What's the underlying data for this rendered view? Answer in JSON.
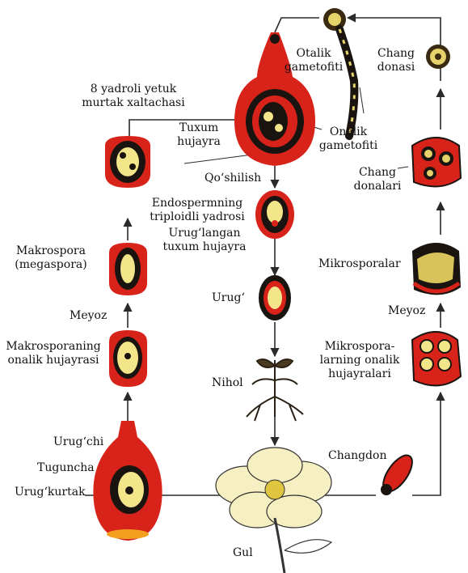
{
  "colors": {
    "red": "#d8231a",
    "dark": "#1a1410",
    "yellow": "#f3e58a",
    "line": "#2a2a2a"
  },
  "labels": {
    "embryo_sac": "8 yadroli yetuk\nmurtak xaltachasi",
    "egg_cell": "Tuxum\nhujayra",
    "male_gametophyte": "Otalik\ngametofiti",
    "pollen_grain": "Chang\ndonasi",
    "female_gametophyte": "Onalik\ngametofiti",
    "pollen_grains": "Chang\ndonalari",
    "fertilization": "Qo‘shilish",
    "endosperm_nucleus": "Endospermning\ntriploidli yadrosi",
    "fertilized_egg": "Urug‘langan\ntuxum hujayra",
    "macrospore": "Makrospora\n(megaspora)",
    "meiosis_left": "Meyoz",
    "macrospore_mother": "Makrosporaning\nonalik hujayrasi",
    "seed": "Urug‘",
    "microspores": "Mikrosporalar",
    "meiosis_right": "Meyoz",
    "microspore_mother": "Mikrospora-\nlarning onalik\nhujayralari",
    "seedling": "Nihol",
    "ovary": "Urug‘chi",
    "ovule": "Tuguncha",
    "ovule_bud": "Urug‘kurtak",
    "anther": "Changdon",
    "flower": "Gul"
  }
}
